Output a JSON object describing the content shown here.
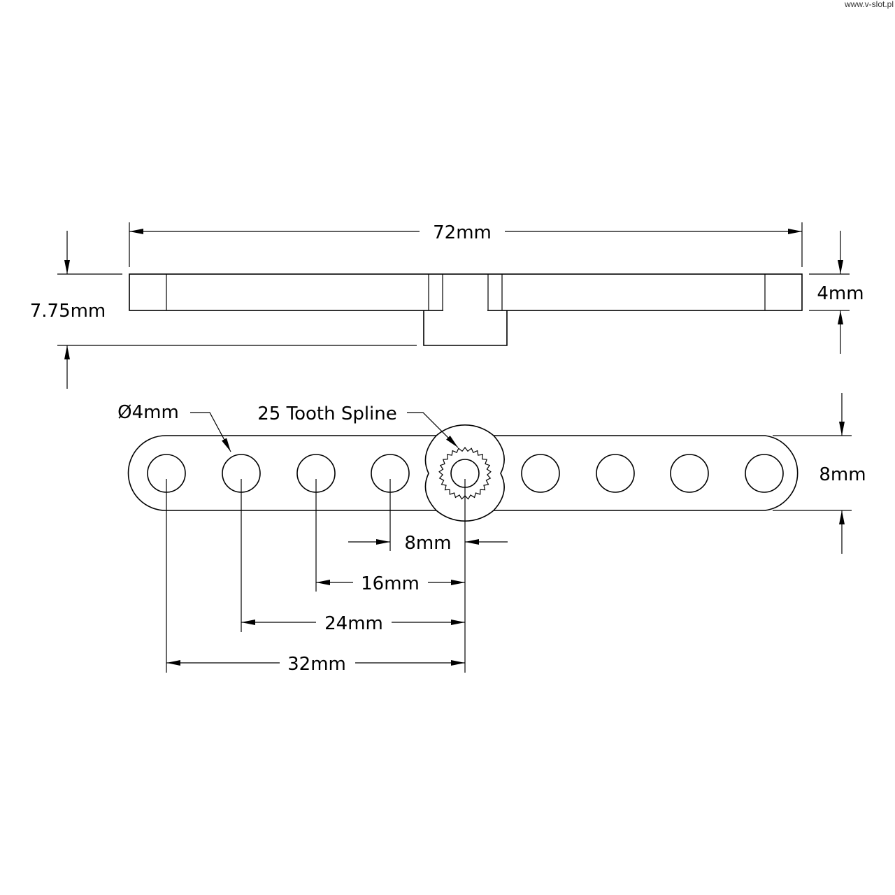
{
  "watermark": "www.v-slot.pl",
  "dimensions": {
    "overall_length": "72mm",
    "overall_height": "7.75mm",
    "arm_thickness": "4mm",
    "hole_diameter": "Ø4mm",
    "spline": "25 Tooth Spline",
    "arm_width": "8mm",
    "hole_spacing_1": "8mm",
    "hole_spacing_2": "16mm",
    "hole_spacing_3": "24mm",
    "hole_spacing_4": "32mm"
  }
}
